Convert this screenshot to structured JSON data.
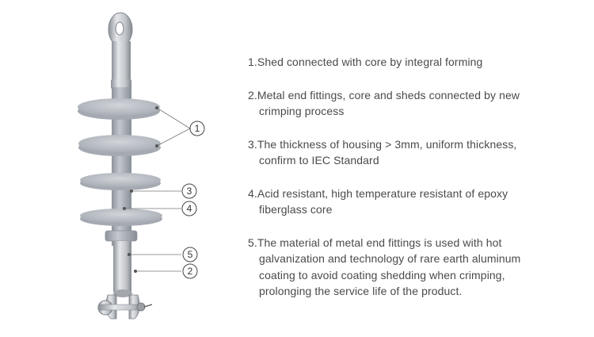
{
  "callouts": [
    "1",
    "3",
    "4",
    "5",
    "2"
  ],
  "features": [
    {
      "lines": [
        "1.Shed connected with core by integral forming"
      ]
    },
    {
      "lines": [
        "2.Metal end fittings, core and sheds connected by new",
        "crimping process"
      ]
    },
    {
      "lines": [
        "3.The thickness of housing > 3mm, uniform thickness,",
        "confirm to IEC Standard"
      ]
    },
    {
      "lines": [
        "4.Acid resistant, high temperature resistant of epoxy",
        "fiberglass core"
      ]
    },
    {
      "lines": [
        "5.The material of metal end fittings is used with hot",
        "galvanization and technology of rare earth aluminum",
        "coating to avoid coating shedding when crimping,",
        "prolonging the service life of the product."
      ]
    }
  ],
  "colors": {
    "housing": "#b9bec6",
    "housing_dark": "#9ba1aa",
    "metal": "#c9ccd0",
    "metal_dark": "#8f949a",
    "text": "#4a4a4a"
  }
}
